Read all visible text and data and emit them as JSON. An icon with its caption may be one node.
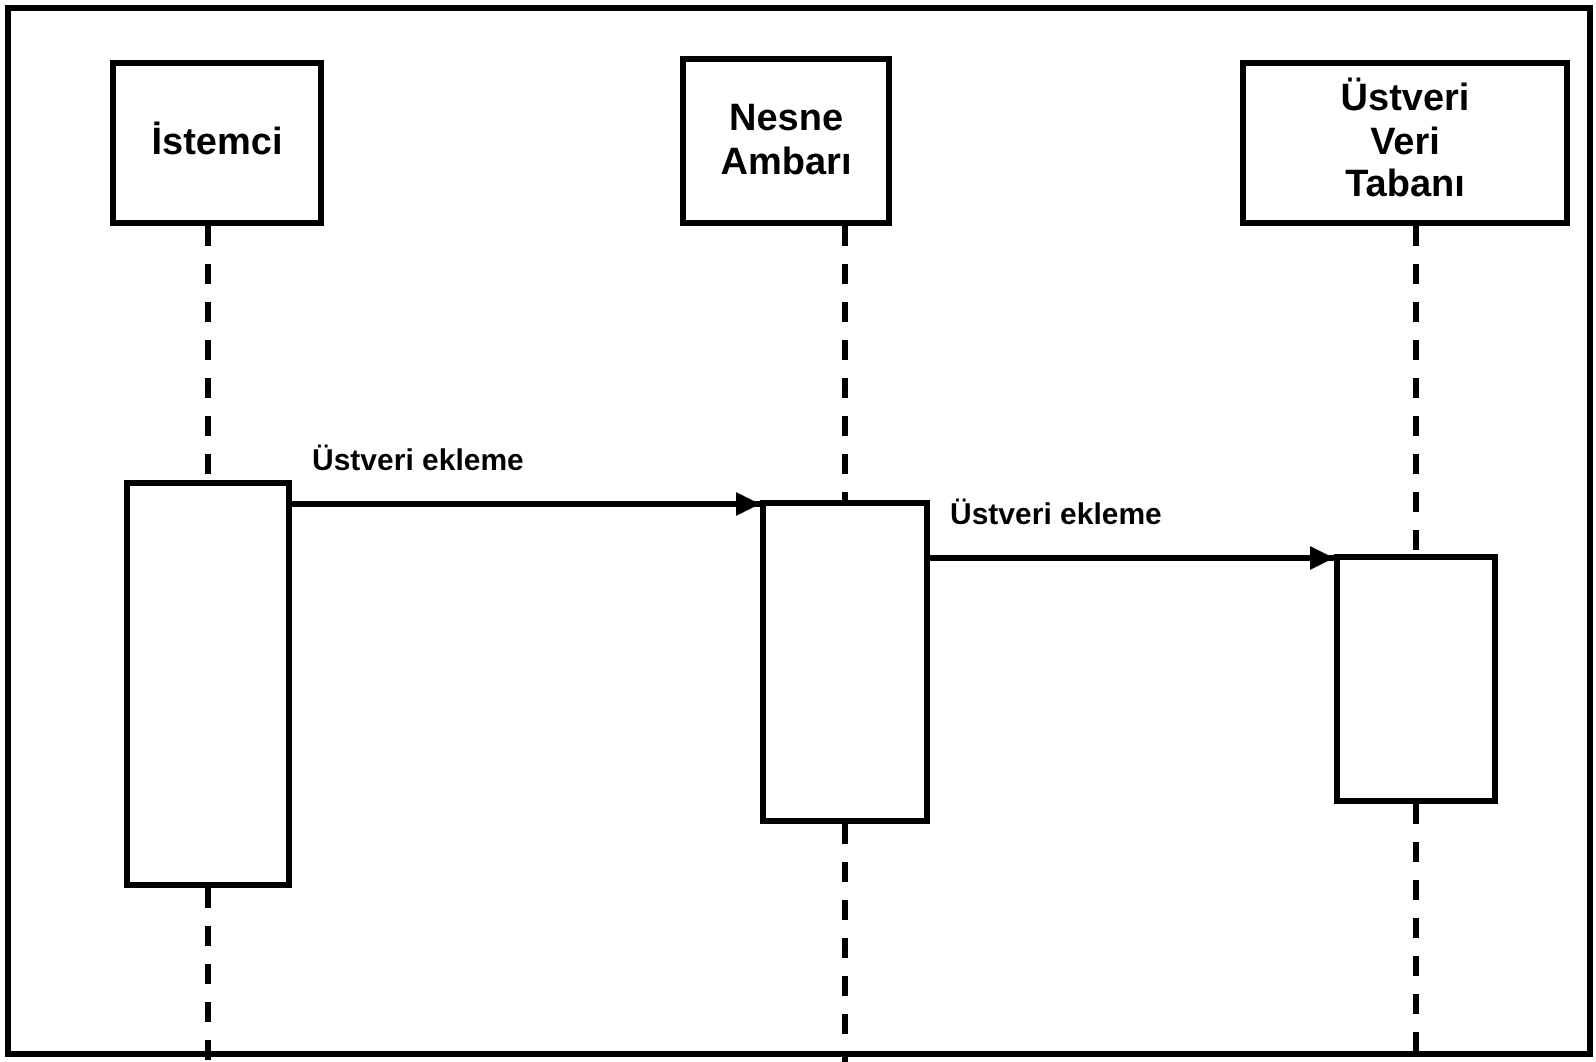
{
  "diagram": {
    "nodes": [
      {
        "text": [
          "İstemci"
        ]
      },
      {
        "text": [
          "Nesne Ambarı"
        ]
      },
      {
        "text": [
          "Üstveri Veri Tabanı"
        ]
      },
      {
        "text": [],
        "shape": "box"
      },
      {
        "text": [],
        "shape": "box"
      },
      {
        "text": [],
        "shape": "box"
      }
    ],
    "edges": [
      {
        "from": 0,
        "to": 3,
        "arrow": "none",
        "style": "dashed"
      },
      {
        "from": 3,
        "to": null,
        "arrow": "none",
        "style": "dashed"
      },
      {
        "from": 1,
        "to": 4,
        "arrow": "none",
        "style": "dashed"
      },
      {
        "from": 4,
        "to": null,
        "arrow": "none",
        "style": "dashed"
      },
      {
        "from": 2,
        "to": 5,
        "arrow": "none",
        "style": "dashed"
      },
      {
        "from": 5,
        "to": null,
        "arrow": "none",
        "style": "dashed"
      },
      {
        "from": 3,
        "to": 4,
        "arrow": "to",
        "label": "Üstveri ekleme"
      },
      {
        "from": 4,
        "to": 5,
        "arrow": "to",
        "label": "Üstveri ekleme"
      }
    ]
  }
}
